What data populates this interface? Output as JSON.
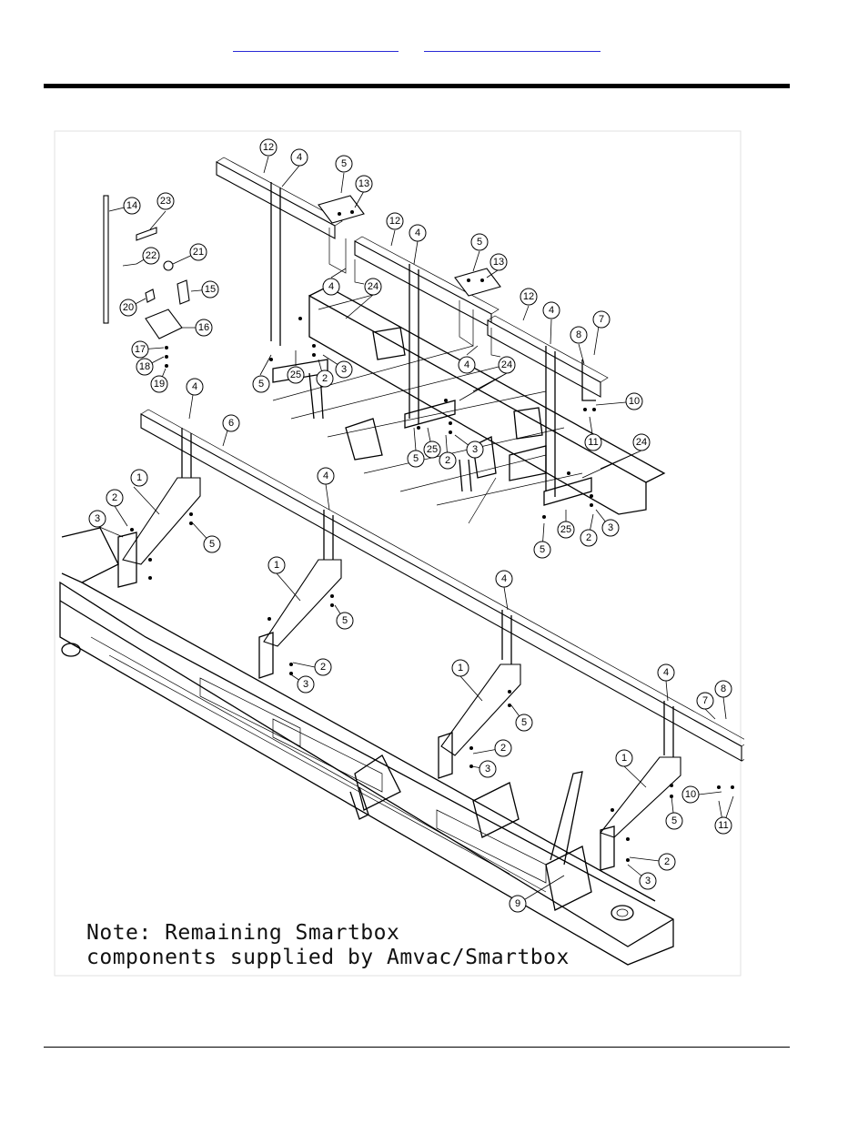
{
  "header": {
    "links": [
      {
        "label": ""
      },
      {
        "label": ""
      }
    ]
  },
  "note": {
    "line1": "Note: Remaining Smartbox",
    "line2": "components supplied by Amvac/Smartbox"
  },
  "callouts": [
    "1",
    "2",
    "3",
    "4",
    "5",
    "6",
    "7",
    "8",
    "9",
    "10",
    "11",
    "12",
    "13",
    "14",
    "15",
    "16",
    "17",
    "18",
    "19",
    "20",
    "21",
    "22",
    "23",
    "24",
    "25"
  ],
  "colors": {
    "link": "#2a2ad6",
    "line": "#000000"
  }
}
